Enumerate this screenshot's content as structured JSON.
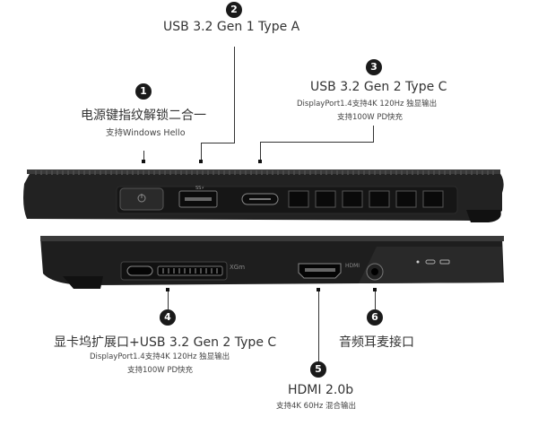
{
  "ports": [
    {
      "number": "1",
      "title": "电源键指纹解锁二合一",
      "lines": [
        "支持Windows Hello"
      ]
    },
    {
      "number": "2",
      "title": "USB 3.2 Gen 1 Type A",
      "lines": []
    },
    {
      "number": "3",
      "title": "USB 3.2 Gen 2 Type C",
      "lines": [
        "DisplayPort1.4支持4K 120Hz 独显输出",
        "支持100W PD快充"
      ]
    },
    {
      "number": "4",
      "title": "显卡坞扩展口+USB 3.2 Gen 2 Type C",
      "lines": [
        "DisplayPort1.4支持4K 120Hz 独显输出",
        "支持100W PD快充"
      ]
    },
    {
      "number": "5",
      "title": "HDMI 2.0b",
      "lines": [
        "支持4K 60Hz 混合输出"
      ]
    },
    {
      "number": "6",
      "title": "音频耳麦接口",
      "lines": []
    }
  ],
  "device_labels": {
    "xgm": "XGm",
    "hdmi": "HDMI",
    "usbc_small": "SS⚡"
  }
}
